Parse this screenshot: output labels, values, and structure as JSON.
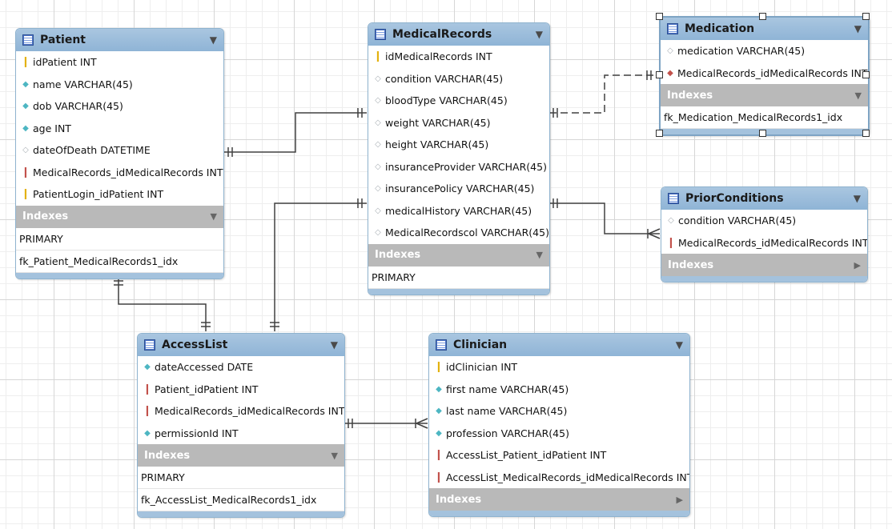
{
  "tables": {
    "patient": {
      "name": "Patient",
      "columns": [
        {
          "key": "pk",
          "label": "idPatient INT"
        },
        {
          "key": "nn",
          "label": "name VARCHAR(45)"
        },
        {
          "key": "nn",
          "label": "dob VARCHAR(45)"
        },
        {
          "key": "nn",
          "label": "age INT"
        },
        {
          "key": "nul",
          "label": "dateOfDeath DATETIME"
        },
        {
          "key": "fk",
          "label": "MedicalRecords_idMedicalRecords INT"
        },
        {
          "key": "pk",
          "label": "PatientLogin_idPatient INT"
        }
      ],
      "indexes_label": "Indexes",
      "indexes": [
        "PRIMARY",
        "fk_Patient_MedicalRecords1_idx"
      ]
    },
    "medicalrecords": {
      "name": "MedicalRecords",
      "columns": [
        {
          "key": "pk",
          "label": "idMedicalRecords INT"
        },
        {
          "key": "nul",
          "label": "condition VARCHAR(45)"
        },
        {
          "key": "nul",
          "label": "bloodType VARCHAR(45)"
        },
        {
          "key": "nul",
          "label": "weight VARCHAR(45)"
        },
        {
          "key": "nul",
          "label": "height VARCHAR(45)"
        },
        {
          "key": "nul",
          "label": "insuranceProvider VARCHAR(45)"
        },
        {
          "key": "nul",
          "label": "insurancePolicy VARCHAR(45)"
        },
        {
          "key": "nul",
          "label": "medicalHistory VARCHAR(45)"
        },
        {
          "key": "nul",
          "label": "MedicalRecordscol VARCHAR(45)"
        }
      ],
      "indexes_label": "Indexes",
      "indexes": [
        "PRIMARY"
      ]
    },
    "medication": {
      "name": "Medication",
      "columns": [
        {
          "key": "nul",
          "label": "medication VARCHAR(45)"
        },
        {
          "key": "fkr",
          "label": "MedicalRecords_idMedicalRecords INT"
        }
      ],
      "indexes_label": "Indexes",
      "indexes": [
        "fk_Medication_MedicalRecords1_idx"
      ]
    },
    "priorconditions": {
      "name": "PriorConditions",
      "columns": [
        {
          "key": "nul",
          "label": "condition VARCHAR(45)"
        },
        {
          "key": "fk",
          "label": "MedicalRecords_idMedicalRecords INT"
        }
      ],
      "indexes_label": "Indexes",
      "indexes": []
    },
    "accesslist": {
      "name": "AccessList",
      "columns": [
        {
          "key": "nn",
          "label": "dateAccessed DATE"
        },
        {
          "key": "fk",
          "label": "Patient_idPatient INT"
        },
        {
          "key": "fk",
          "label": "MedicalRecords_idMedicalRecords INT"
        },
        {
          "key": "nn",
          "label": "permissionId INT"
        }
      ],
      "indexes_label": "Indexes",
      "indexes": [
        "PRIMARY",
        "fk_AccessList_MedicalRecords1_idx"
      ]
    },
    "clinician": {
      "name": "Clinician",
      "columns": [
        {
          "key": "pk",
          "label": "idClinician INT"
        },
        {
          "key": "nn",
          "label": "first name VARCHAR(45)"
        },
        {
          "key": "nn",
          "label": "last name VARCHAR(45)"
        },
        {
          "key": "nn",
          "label": "profession VARCHAR(45)"
        },
        {
          "key": "fk",
          "label": "AccessList_Patient_idPatient INT"
        },
        {
          "key": "fk",
          "label": "AccessList_MedicalRecords_idMedicalRecords INT"
        }
      ],
      "indexes_label": "Indexes",
      "indexes": []
    }
  },
  "icons": {
    "pk": "primary-key-icon",
    "fk": "foreign-key-icon",
    "fkr": "foreign-key-diamond-icon",
    "nn": "not-null-column-icon",
    "nul": "nullable-column-icon",
    "table": "table-icon",
    "expanded": "triangle-down-icon",
    "collapsed": "triangle-right-icon"
  },
  "colors": {
    "header": "#9dbfde",
    "indexes_bar": "#b9b9b9",
    "connector": "#404040",
    "primary_key": "#e3b10d",
    "foreign_key": "#c2514b",
    "not_null": "#4db6c2"
  },
  "relationships": [
    {
      "from": "Patient",
      "to": "MedicalRecords",
      "style": "solid",
      "from_end": "one",
      "to_end": "one"
    },
    {
      "from": "MedicalRecords",
      "to": "Medication",
      "style": "dashed",
      "from_end": "one",
      "to_end": "one"
    },
    {
      "from": "MedicalRecords",
      "to": "PriorConditions",
      "style": "solid",
      "from_end": "one",
      "to_end": "many"
    },
    {
      "from": "Patient",
      "to": "AccessList",
      "style": "solid",
      "from_end": "one",
      "to_end": "one"
    },
    {
      "from": "MedicalRecords",
      "to": "AccessList",
      "style": "solid",
      "from_end": "one",
      "to_end": "one"
    },
    {
      "from": "AccessList",
      "to": "Clinician",
      "style": "solid",
      "from_end": "one",
      "to_end": "many"
    }
  ]
}
